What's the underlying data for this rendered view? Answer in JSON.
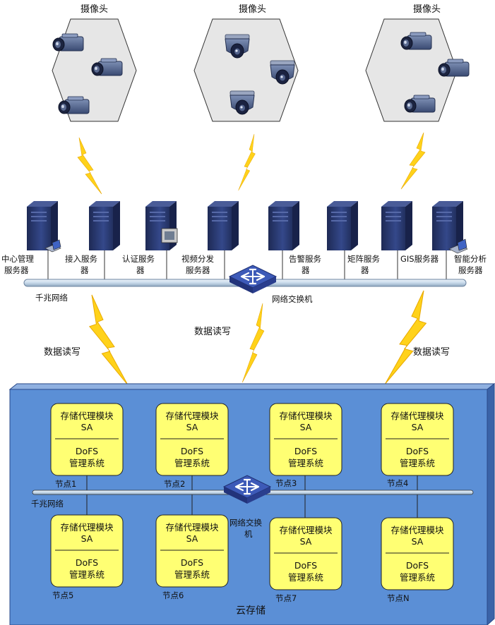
{
  "cameras": {
    "label": "摄像头",
    "groups": [
      "box",
      "dome",
      "box"
    ]
  },
  "servers": [
    {
      "line1": "中心管理",
      "line2": "服务器"
    },
    {
      "line1": "接入服务",
      "line2": "器"
    },
    {
      "line1": "认证服务",
      "line2": "器"
    },
    {
      "line1": "视频分发",
      "line2": "服务器"
    },
    {
      "line1": "告警服务",
      "line2": "器"
    },
    {
      "line1": "矩阵服务",
      "line2": "器"
    },
    {
      "line1": "GIS服务器",
      "line2": ""
    },
    {
      "line1": "智能分析",
      "line2": "服务器"
    }
  ],
  "network": {
    "gigabit_label": "千兆网络",
    "switch_label": "网络交换机",
    "data_rw_label": "数据读写"
  },
  "cloud": {
    "title": "云存储",
    "gigabit_label": "千兆网络",
    "switch_label_line1": "网络交换",
    "switch_label_line2": "机",
    "module": {
      "sa_line1": "存储代理模块",
      "sa_line2": "SA",
      "dofs_line1": "DoFS",
      "dofs_line2": "管理系统"
    },
    "nodes": [
      "节点1",
      "节点2",
      "节点3",
      "节点4",
      "节点5",
      "节点6",
      "节点7",
      "节点N"
    ]
  },
  "colors": {
    "cloud_fill": "#5b8fd6",
    "node_fill": "#ffff73",
    "bolt": "#ffd21a",
    "hexagon": "#e6e6e6",
    "server": "#2f3f78",
    "bus": "#cfe0ef"
  }
}
